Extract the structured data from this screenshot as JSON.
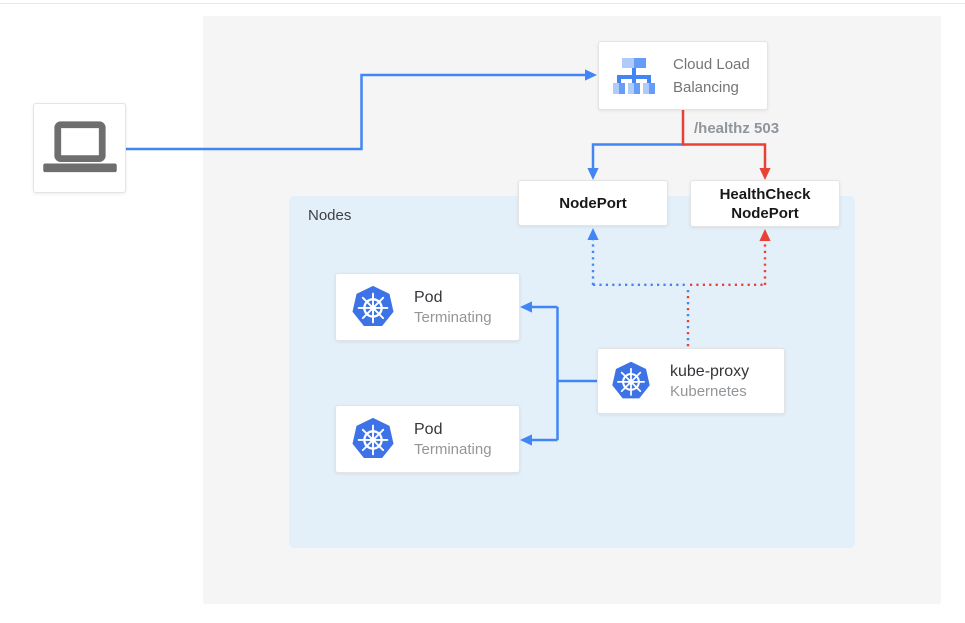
{
  "colors": {
    "blue": "#4285f4",
    "red": "#e94235",
    "kubernetes_blue": "#3d73e6",
    "nodes_background": "#e3f0fa",
    "panel_background": "#f5f5f6"
  },
  "load_balancer": {
    "title": "Cloud Load Balancing"
  },
  "health_label": "/healthz 503",
  "nodeport": {
    "label": "NodePort"
  },
  "healthcheck_nodeport": {
    "label": "HealthCheck NodePort"
  },
  "nodes_container": {
    "label": "Nodes"
  },
  "pods": [
    {
      "title": "Pod",
      "status": "Terminating"
    },
    {
      "title": "Pod",
      "status": "Terminating"
    }
  ],
  "kube_proxy": {
    "title": "kube-proxy",
    "subtitle": "Kubernetes"
  }
}
